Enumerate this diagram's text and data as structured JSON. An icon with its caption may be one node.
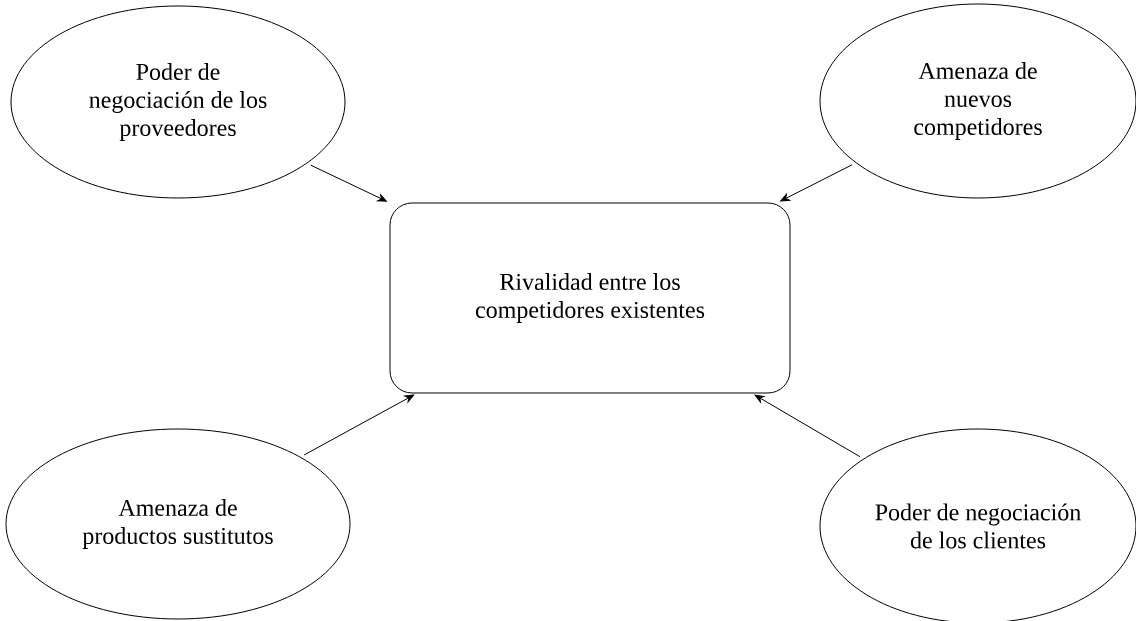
{
  "diagram": {
    "nodes": [
      {
        "text": [
          "Poder de negociación de los proveedores"
        ]
      },
      {
        "text": [
          "Amenaza de nuevos competidores"
        ]
      },
      {
        "text": [
          "Rivalidad entre los competidores existentes"
        ]
      },
      {
        "text": [
          "Amenaza de productos sustitutos"
        ]
      },
      {
        "text": [
          "Poder de negociación de los clientes"
        ]
      }
    ],
    "edges": [
      {
        "from": 0,
        "to": 2,
        "arrow": "to"
      },
      {
        "from": 1,
        "to": 2,
        "arrow": "to"
      },
      {
        "from": 3,
        "to": 2,
        "arrow": "to"
      },
      {
        "from": 4,
        "to": 2,
        "arrow": "to"
      }
    ]
  }
}
